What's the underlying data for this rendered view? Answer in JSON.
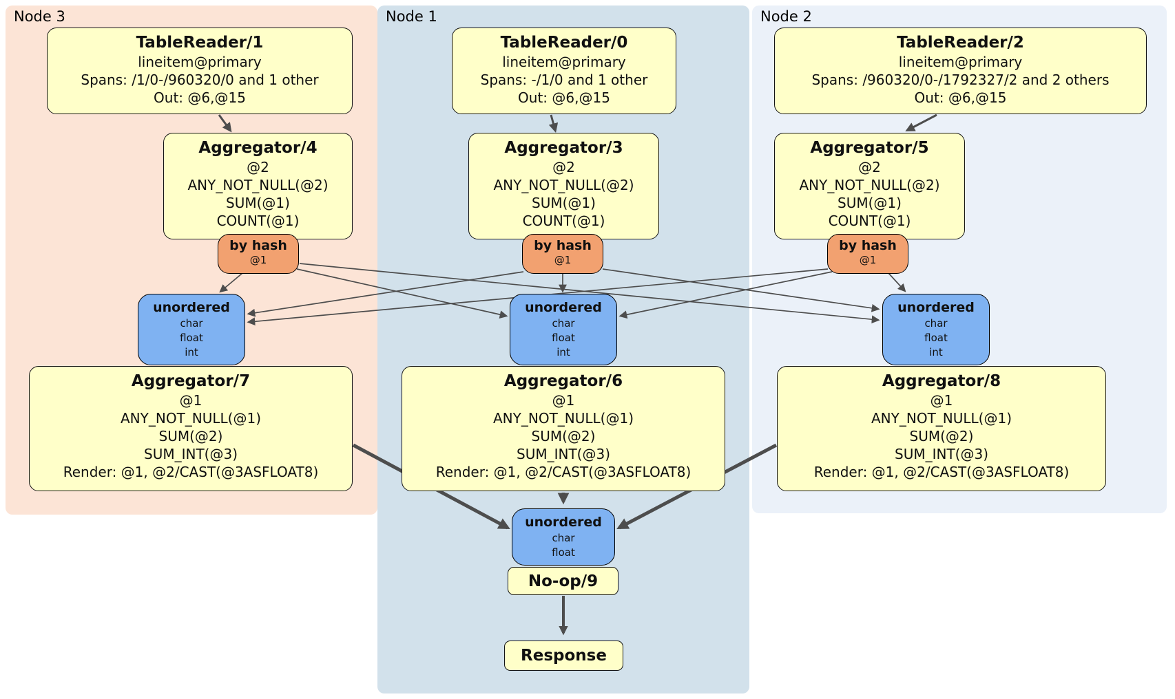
{
  "regions": {
    "node3": {
      "label": "Node 3"
    },
    "node1": {
      "label": "Node 1"
    },
    "node2": {
      "label": "Node 2"
    }
  },
  "boxes": {
    "tr1": {
      "title": "TableReader/1",
      "lines": [
        "lineitem@primary",
        "Spans: /1/0-/960320/0 and 1 other",
        "Out: @6,@15"
      ]
    },
    "tr0": {
      "title": "TableReader/0",
      "lines": [
        "lineitem@primary",
        "Spans: -/1/0 and 1 other",
        "Out: @6,@15"
      ]
    },
    "tr2": {
      "title": "TableReader/2",
      "lines": [
        "lineitem@primary",
        "Spans: /960320/0-/1792327/2 and 2 others",
        "Out: @6,@15"
      ]
    },
    "agg4": {
      "title": "Aggregator/4",
      "lines": [
        "@2",
        "ANY_NOT_NULL(@2)",
        "SUM(@1)",
        "COUNT(@1)"
      ]
    },
    "agg3": {
      "title": "Aggregator/3",
      "lines": [
        "@2",
        "ANY_NOT_NULL(@2)",
        "SUM(@1)",
        "COUNT(@1)"
      ]
    },
    "agg5": {
      "title": "Aggregator/5",
      "lines": [
        "@2",
        "ANY_NOT_NULL(@2)",
        "SUM(@1)",
        "COUNT(@1)"
      ]
    },
    "router4": {
      "title": "by hash",
      "lines": [
        "@1"
      ]
    },
    "router3": {
      "title": "by hash",
      "lines": [
        "@1"
      ]
    },
    "router5": {
      "title": "by hash",
      "lines": [
        "@1"
      ]
    },
    "sync3": {
      "title": "unordered",
      "lines": [
        "char",
        "float",
        "int"
      ]
    },
    "sync1": {
      "title": "unordered",
      "lines": [
        "char",
        "float",
        "int"
      ]
    },
    "sync2": {
      "title": "unordered",
      "lines": [
        "char",
        "float",
        "int"
      ]
    },
    "agg7": {
      "title": "Aggregator/7",
      "lines": [
        "@1",
        "ANY_NOT_NULL(@1)",
        "SUM(@2)",
        "SUM_INT(@3)",
        "Render: @1, @2/CAST(@3ASFLOAT8)"
      ]
    },
    "agg6": {
      "title": "Aggregator/6",
      "lines": [
        "@1",
        "ANY_NOT_NULL(@1)",
        "SUM(@2)",
        "SUM_INT(@3)",
        "Render: @1, @2/CAST(@3ASFLOAT8)"
      ]
    },
    "agg8": {
      "title": "Aggregator/8",
      "lines": [
        "@1",
        "ANY_NOT_NULL(@1)",
        "SUM(@2)",
        "SUM_INT(@3)",
        "Render: @1, @2/CAST(@3ASFLOAT8)"
      ]
    },
    "sync_final": {
      "title": "unordered",
      "lines": [
        "char",
        "float"
      ]
    },
    "noop": {
      "title": "No-op/9"
    },
    "response": {
      "title": "Response"
    }
  },
  "colors": {
    "node3_bg": "#fce4d6",
    "node1_bg": "#d2e1eb",
    "node2_bg": "#ebf1f9",
    "box_fill": "#ffffc9",
    "router_fill": "#f2a170",
    "sync_fill": "#7fb2f2",
    "edge": "#4d4d4d"
  }
}
